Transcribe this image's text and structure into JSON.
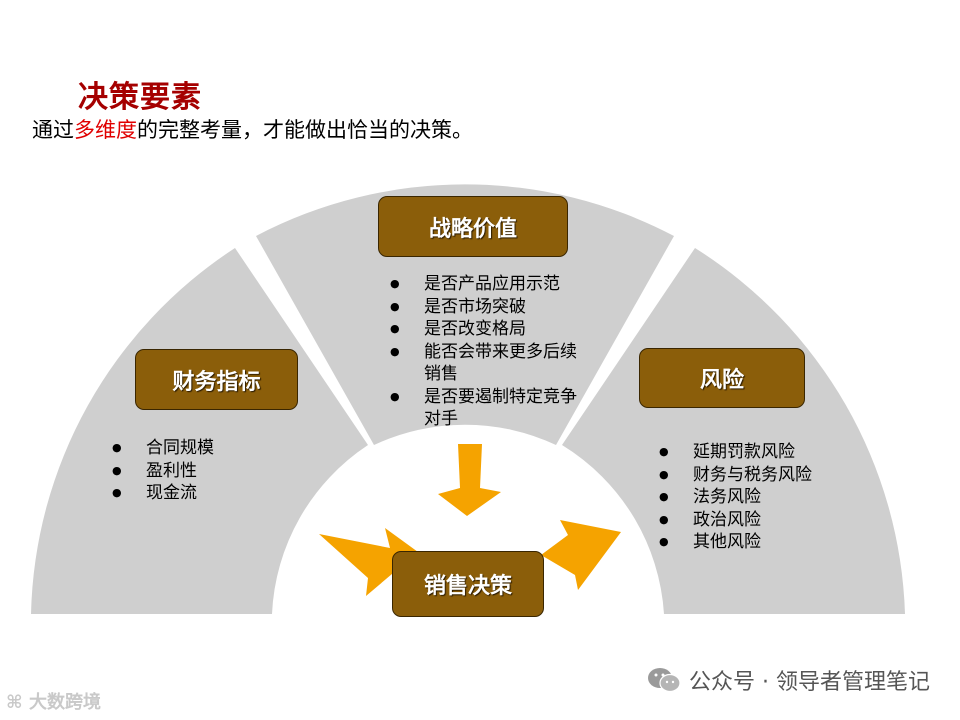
{
  "header": {
    "title": "决策要素",
    "subtitle_pre": "通过",
    "subtitle_highlight": "多维度",
    "subtitle_post": "的完整考量，才能做出恰当的决策。"
  },
  "segments": {
    "left": {
      "label": "财务指标",
      "items": [
        "合同规模",
        "盈利性",
        "现金流"
      ]
    },
    "middle": {
      "label": "战略价值",
      "items": [
        "是否产品应用示范",
        "是否市场突破",
        "是否改变格局",
        "能否会带来更多后续销售",
        "是否要遏制特定竞争对手"
      ]
    },
    "right": {
      "label": "风险",
      "items": [
        "延期罚款风险",
        "财务与税务风险",
        "法务风险",
        "政治风险",
        "其他风险"
      ]
    }
  },
  "center": {
    "label": "销售决策"
  },
  "footer": {
    "source": "公众号 · 领导者管理笔记",
    "watermark": "大数跨境"
  },
  "colors": {
    "segment": "#cfcfcf",
    "box": "#8b5e0a",
    "arrow": "#f5a300",
    "title": "#a50000",
    "highlight": "#e00000"
  }
}
